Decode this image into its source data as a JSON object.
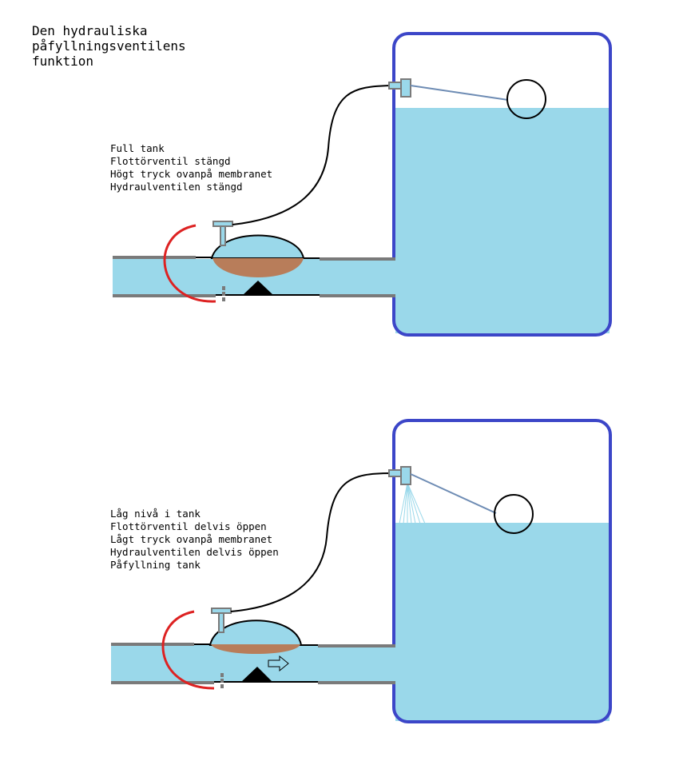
{
  "title": [
    "Den hydrauliska",
    "påfyllningsventilens",
    "funktion"
  ],
  "panels": [
    {
      "id": "full",
      "caption": [
        "Full tank",
        "Flottörventil stängd",
        "Högt tryck ovanpå membranet",
        "Hydraulventilen stängd"
      ]
    },
    {
      "id": "low",
      "caption": [
        "Låg nivå i tank",
        "Flottörventil delvis öppen",
        "Lågt tryck ovanpå membranet",
        "Hydraulventilen delvis öppen",
        "Påfyllning tank"
      ]
    }
  ],
  "colors": {
    "water": "#9ad8ea",
    "tank_outline": "#3c46c8",
    "pilot_tube": "#dd2222",
    "membrane": "#b87d5a",
    "pipe_wall": "#7a7a7a",
    "float_arm": "#6e8cb4",
    "signal_tube": "#000000",
    "seat": "#000000"
  }
}
